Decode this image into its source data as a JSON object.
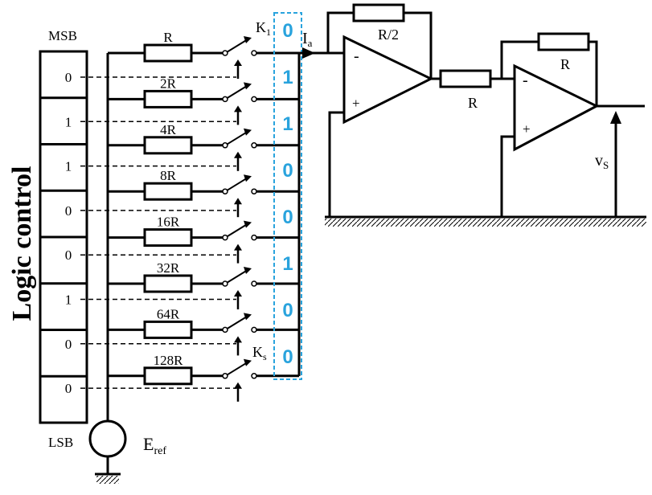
{
  "title": "Logic control",
  "msb_label": "MSB",
  "lsb_label": "LSB",
  "register_bits": [
    "0",
    "1",
    "1",
    "0",
    "0",
    "1",
    "0",
    "0"
  ],
  "resistors": [
    "R",
    "2R",
    "4R",
    "8R",
    "16R",
    "32R",
    "64R",
    "128R"
  ],
  "switch_first": "K",
  "switch_first_sub": "1",
  "switch_last": "K",
  "switch_last_sub": "s",
  "highlight_bits": [
    "0",
    "1",
    "1",
    "0",
    "0",
    "1",
    "0",
    "0"
  ],
  "current_label": "I",
  "current_sub": "a",
  "feedback1": "R/2",
  "series_resistor": "R",
  "feedback2": "R",
  "vs_label": "v",
  "vs_sub": "S",
  "eref_label": "E",
  "eref_sub": "ref",
  "opamp_minus": "-",
  "opamp_plus": "+",
  "colors": {
    "highlight": "#29a3dd",
    "line": "#000000"
  }
}
